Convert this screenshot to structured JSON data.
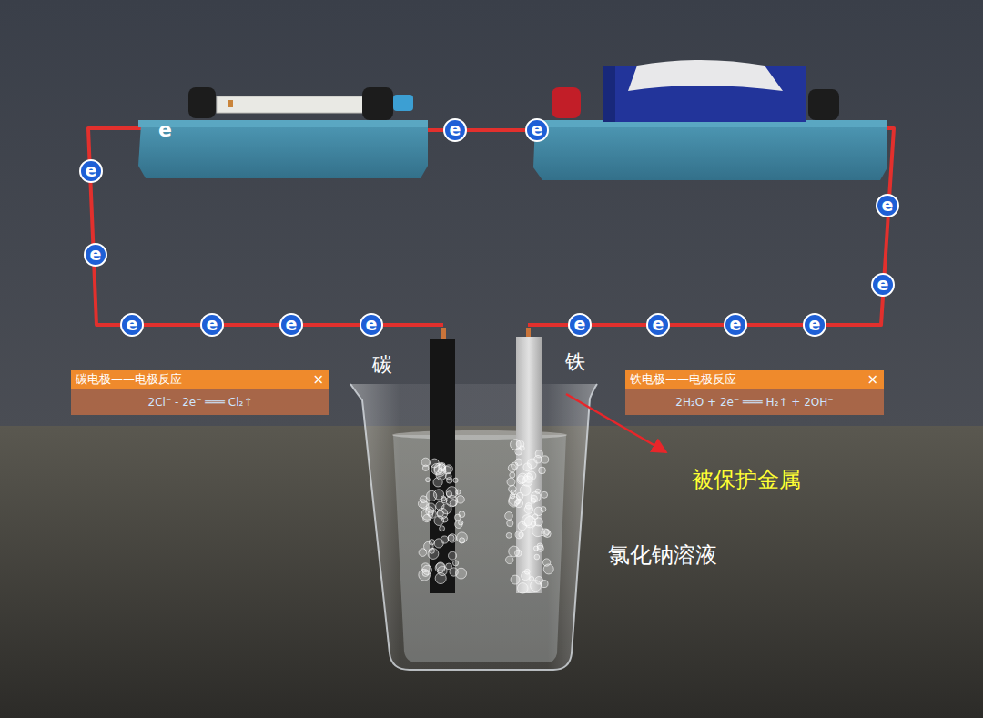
{
  "diagram": {
    "nodes": [
      {
        "text": [
          "e"
        ]
      },
      {
        "text": [
          "e"
        ]
      },
      {
        "text": [
          "e"
        ]
      },
      {
        "text": [
          "e"
        ]
      },
      {
        "text": [
          "e"
        ]
      },
      {
        "text": [
          "e"
        ]
      },
      {
        "text": [
          "e"
        ]
      },
      {
        "text": [
          "e"
        ]
      },
      {
        "text": [
          "e"
        ]
      },
      {
        "text": [
          "e"
        ]
      },
      {
        "text": [
          "e"
        ]
      },
      {
        "text": [
          "e"
        ]
      },
      {
        "text": [
          "e"
        ]
      },
      {
        "text": [
          "e"
        ]
      },
      {
        "text": [
          "碳电极——电极反应",
          "×",
          "2Cl⁻ - 2e⁻ ═══ Cl₂↑"
        ]
      },
      {
        "text": [
          "铁电极——电极反应",
          "×",
          "2H₂O + 2e⁻ ═══ H₂↑ + 2OH⁻"
        ]
      }
    ],
    "labels": [
      "e",
      "碳",
      "铁",
      "被保护金属",
      "氯化钠溶液"
    ]
  }
}
